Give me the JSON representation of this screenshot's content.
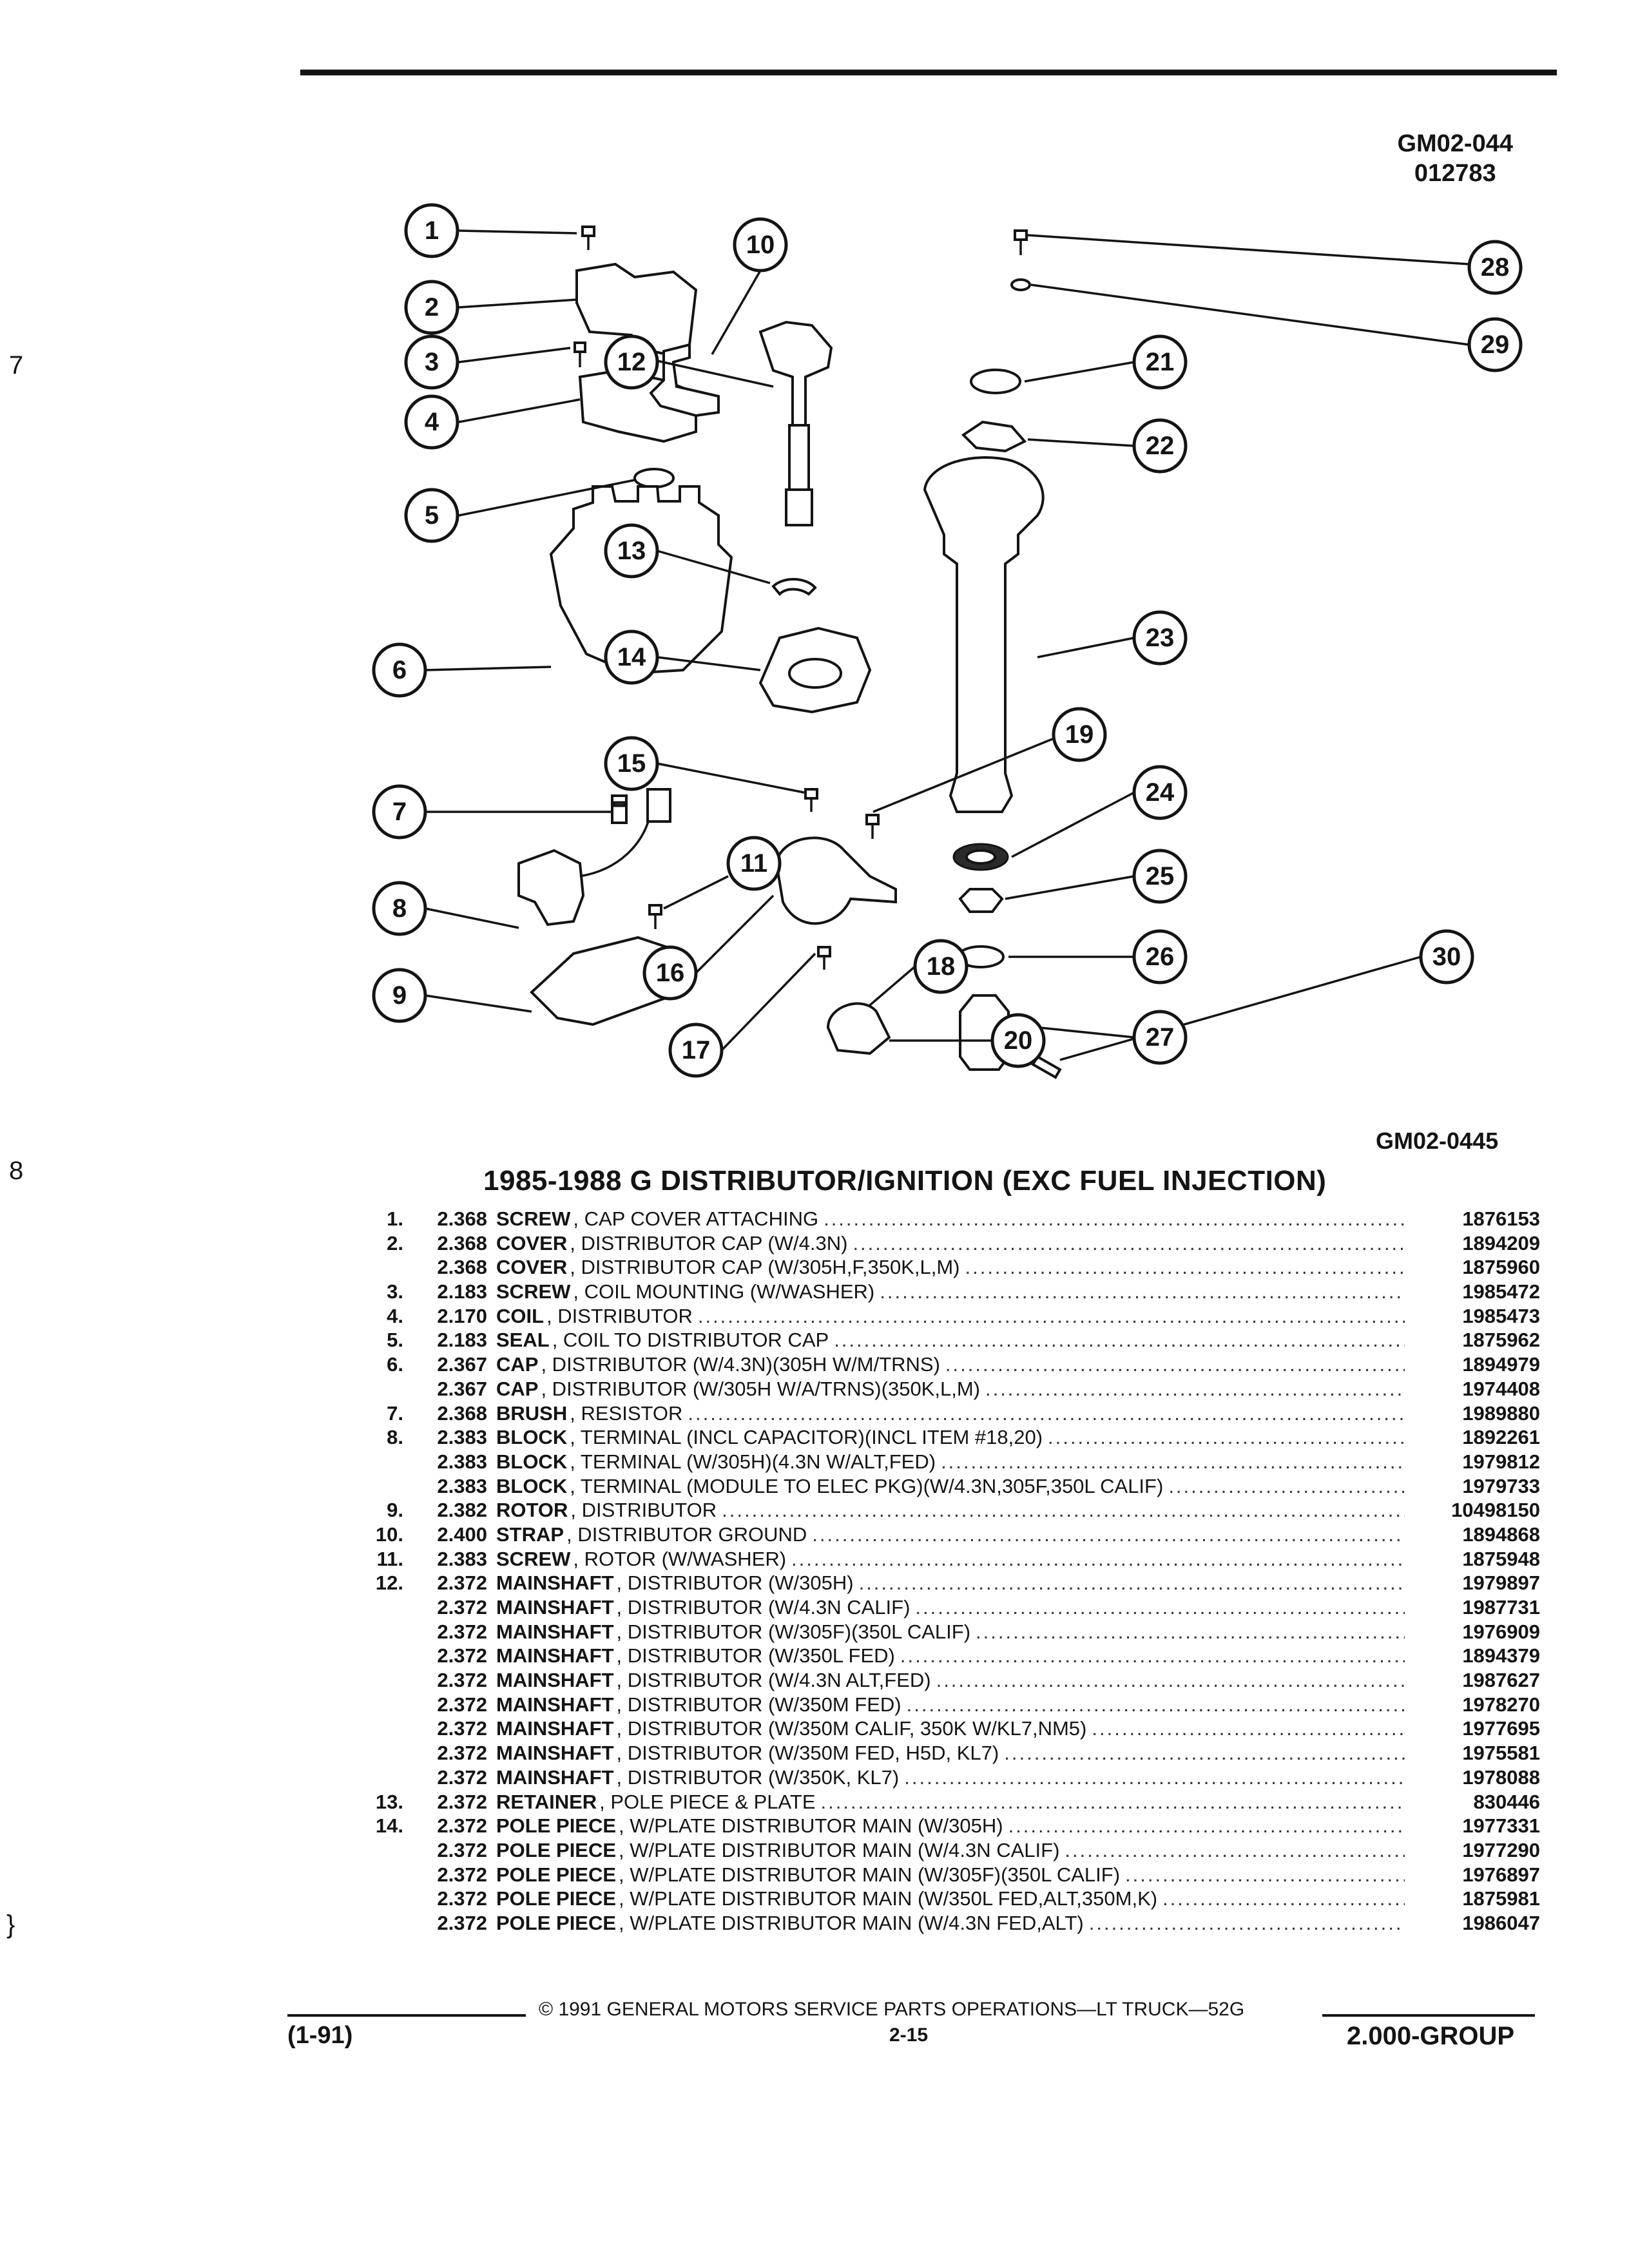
{
  "header": {
    "figure_id": "GM02-044",
    "figure_code": "012783"
  },
  "diagram": {
    "callouts": [
      "1",
      "2",
      "3",
      "4",
      "5",
      "6",
      "7",
      "8",
      "9",
      "10",
      "11",
      "12",
      "13",
      "14",
      "15",
      "16",
      "17",
      "18",
      "19",
      "20",
      "21",
      "22",
      "23",
      "24",
      "25",
      "26",
      "27",
      "28",
      "29",
      "30"
    ],
    "figure_id_bottom": "GM02-0445"
  },
  "section": {
    "title": "1985-1988 G DISTRIBUTOR/IGNITION (EXC FUEL INJECTION)"
  },
  "parts": [
    {
      "item": "1.",
      "group": "2.368",
      "name": "SCREW",
      "detail": ", CAP COVER ATTACHING",
      "part_no": "1876153"
    },
    {
      "item": "2.",
      "group": "2.368",
      "name": "COVER",
      "detail": ", DISTRIBUTOR CAP (W/4.3N)",
      "part_no": "1894209"
    },
    {
      "item": "",
      "group": "2.368",
      "name": "COVER",
      "detail": ", DISTRIBUTOR CAP (W/305H,F,350K,L,M)",
      "part_no": "1875960"
    },
    {
      "item": "3.",
      "group": "2.183",
      "name": "SCREW",
      "detail": ", COIL MOUNTING (W/WASHER)",
      "part_no": "1985472"
    },
    {
      "item": "4.",
      "group": "2.170",
      "name": "COIL",
      "detail": ", DISTRIBUTOR",
      "part_no": "1985473"
    },
    {
      "item": "5.",
      "group": "2.183",
      "name": "SEAL",
      "detail": ", COIL TO DISTRIBUTOR CAP",
      "part_no": "1875962"
    },
    {
      "item": "6.",
      "group": "2.367",
      "name": "CAP",
      "detail": ", DISTRIBUTOR (W/4.3N)(305H W/M/TRNS)",
      "part_no": "1894979"
    },
    {
      "item": "",
      "group": "2.367",
      "name": "CAP",
      "detail": ", DISTRIBUTOR (W/305H W/A/TRNS)(350K,L,M)",
      "part_no": "1974408"
    },
    {
      "item": "7.",
      "group": "2.368",
      "name": "BRUSH",
      "detail": ", RESISTOR",
      "part_no": "1989880"
    },
    {
      "item": "8.",
      "group": "2.383",
      "name": "BLOCK",
      "detail": ", TERMINAL (INCL CAPACITOR)(INCL ITEM #18,20)",
      "part_no": "1892261"
    },
    {
      "item": "",
      "group": "2.383",
      "name": "BLOCK",
      "detail": ", TERMINAL (W/305H)(4.3N W/ALT,FED)",
      "part_no": "1979812"
    },
    {
      "item": "",
      "group": "2.383",
      "name": "BLOCK",
      "detail": ", TERMINAL (MODULE TO ELEC PKG)(W/4.3N,305F,350L CALIF)",
      "part_no": "1979733"
    },
    {
      "item": "9.",
      "group": "2.382",
      "name": "ROTOR",
      "detail": ", DISTRIBUTOR",
      "part_no": "10498150"
    },
    {
      "item": "10.",
      "group": "2.400",
      "name": "STRAP",
      "detail": ", DISTRIBUTOR GROUND",
      "part_no": "1894868"
    },
    {
      "item": "11.",
      "group": "2.383",
      "name": "SCREW",
      "detail": ", ROTOR (W/WASHER)",
      "part_no": "1875948"
    },
    {
      "item": "12.",
      "group": "2.372",
      "name": "MAINSHAFT",
      "detail": ", DISTRIBUTOR (W/305H)",
      "part_no": "1979897"
    },
    {
      "item": "",
      "group": "2.372",
      "name": "MAINSHAFT",
      "detail": ", DISTRIBUTOR (W/4.3N CALIF)",
      "part_no": "1987731"
    },
    {
      "item": "",
      "group": "2.372",
      "name": "MAINSHAFT",
      "detail": ", DISTRIBUTOR (W/305F)(350L CALIF)",
      "part_no": "1976909"
    },
    {
      "item": "",
      "group": "2.372",
      "name": "MAINSHAFT",
      "detail": ", DISTRIBUTOR (W/350L FED)",
      "part_no": "1894379"
    },
    {
      "item": "",
      "group": "2.372",
      "name": "MAINSHAFT",
      "detail": ", DISTRIBUTOR (W/4.3N ALT,FED)",
      "part_no": "1987627"
    },
    {
      "item": "",
      "group": "2.372",
      "name": "MAINSHAFT",
      "detail": ", DISTRIBUTOR (W/350M FED)",
      "part_no": "1978270"
    },
    {
      "item": "",
      "group": "2.372",
      "name": "MAINSHAFT",
      "detail": ", DISTRIBUTOR (W/350M CALIF, 350K W/KL7,NM5)",
      "part_no": "1977695"
    },
    {
      "item": "",
      "group": "2.372",
      "name": "MAINSHAFT",
      "detail": ", DISTRIBUTOR (W/350M FED, H5D, KL7)",
      "part_no": "1975581"
    },
    {
      "item": "",
      "group": "2.372",
      "name": "MAINSHAFT",
      "detail": ", DISTRIBUTOR (W/350K, KL7)",
      "part_no": "1978088"
    },
    {
      "item": "13.",
      "group": "2.372",
      "name": "RETAINER",
      "detail": ", POLE PIECE & PLATE",
      "part_no": "830446"
    },
    {
      "item": "14.",
      "group": "2.372",
      "name": "POLE PIECE",
      "detail": ", W/PLATE DISTRIBUTOR MAIN (W/305H)",
      "part_no": "1977331"
    },
    {
      "item": "",
      "group": "2.372",
      "name": "POLE PIECE",
      "detail": ", W/PLATE DISTRIBUTOR MAIN (W/4.3N CALIF)",
      "part_no": "1977290"
    },
    {
      "item": "",
      "group": "2.372",
      "name": "POLE PIECE",
      "detail": ", W/PLATE DISTRIBUTOR MAIN (W/305F)(350L CALIF)",
      "part_no": "1976897"
    },
    {
      "item": "",
      "group": "2.372",
      "name": "POLE PIECE",
      "detail": ", W/PLATE DISTRIBUTOR MAIN (W/350L FED,ALT,350M,K)",
      "part_no": "1875981"
    },
    {
      "item": "",
      "group": "2.372",
      "name": "POLE PIECE",
      "detail": ", W/PLATE DISTRIBUTOR MAIN (W/4.3N FED,ALT)",
      "part_no": "1986047"
    }
  ],
  "footer": {
    "copyright": "© 1991 GENERAL MOTORS SERVICE PARTS OPERATIONS—LT TRUCK—52G",
    "date_code": "(1-91)",
    "page_number": "2-15",
    "group": "2.000-GROUP"
  },
  "margin_marks": {
    "left_mark_1": "7",
    "left_mark_2": "8",
    "left_mark_3": "}"
  }
}
